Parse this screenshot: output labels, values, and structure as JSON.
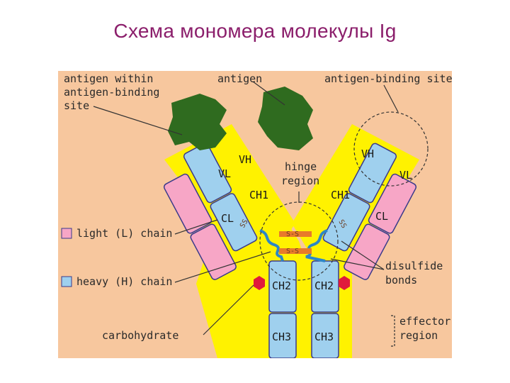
{
  "title": "Схема мономера молекулы Ig",
  "labels": {
    "antigen_within_1": "antigen within",
    "antigen_within_2": "antigen-binding",
    "antigen_within_3": "site",
    "antigen": "antigen",
    "antigen_binding_site": "antigen-binding site",
    "hinge_1": "hinge",
    "hinge_2": "region",
    "light_chain": "light (L) chain",
    "heavy_chain": "heavy (H) chain",
    "carbohydrate": "carbohydrate",
    "disulfide_1": "disulfide",
    "disulfide_2": "bonds",
    "effector_1": "effector",
    "effector_2": "region"
  },
  "domains": {
    "vh_left": "VH",
    "vl_left": "VL",
    "ch1_left": "CH1",
    "cl_left": "CL",
    "vh_right": "VH",
    "vl_right": "VL",
    "ch1_right": "CH1",
    "cl_right": "CL",
    "ch2_left": "CH2",
    "ch2_right": "CH2",
    "ch3_left": "CH3",
    "ch3_right": "CH3",
    "ss_top": "S-S",
    "ss_bottom": "S-S",
    "ss_left": "SS",
    "ss_right": "SS"
  },
  "colors": {
    "background": "#f7c79e",
    "yellow": "#fff200",
    "light_chain": "#f7a6c6",
    "heavy_chain": "#9fd0ee",
    "antigen": "#2f6b1f",
    "carbohydrate": "#e01a3c",
    "title": "#8b1e6b"
  }
}
